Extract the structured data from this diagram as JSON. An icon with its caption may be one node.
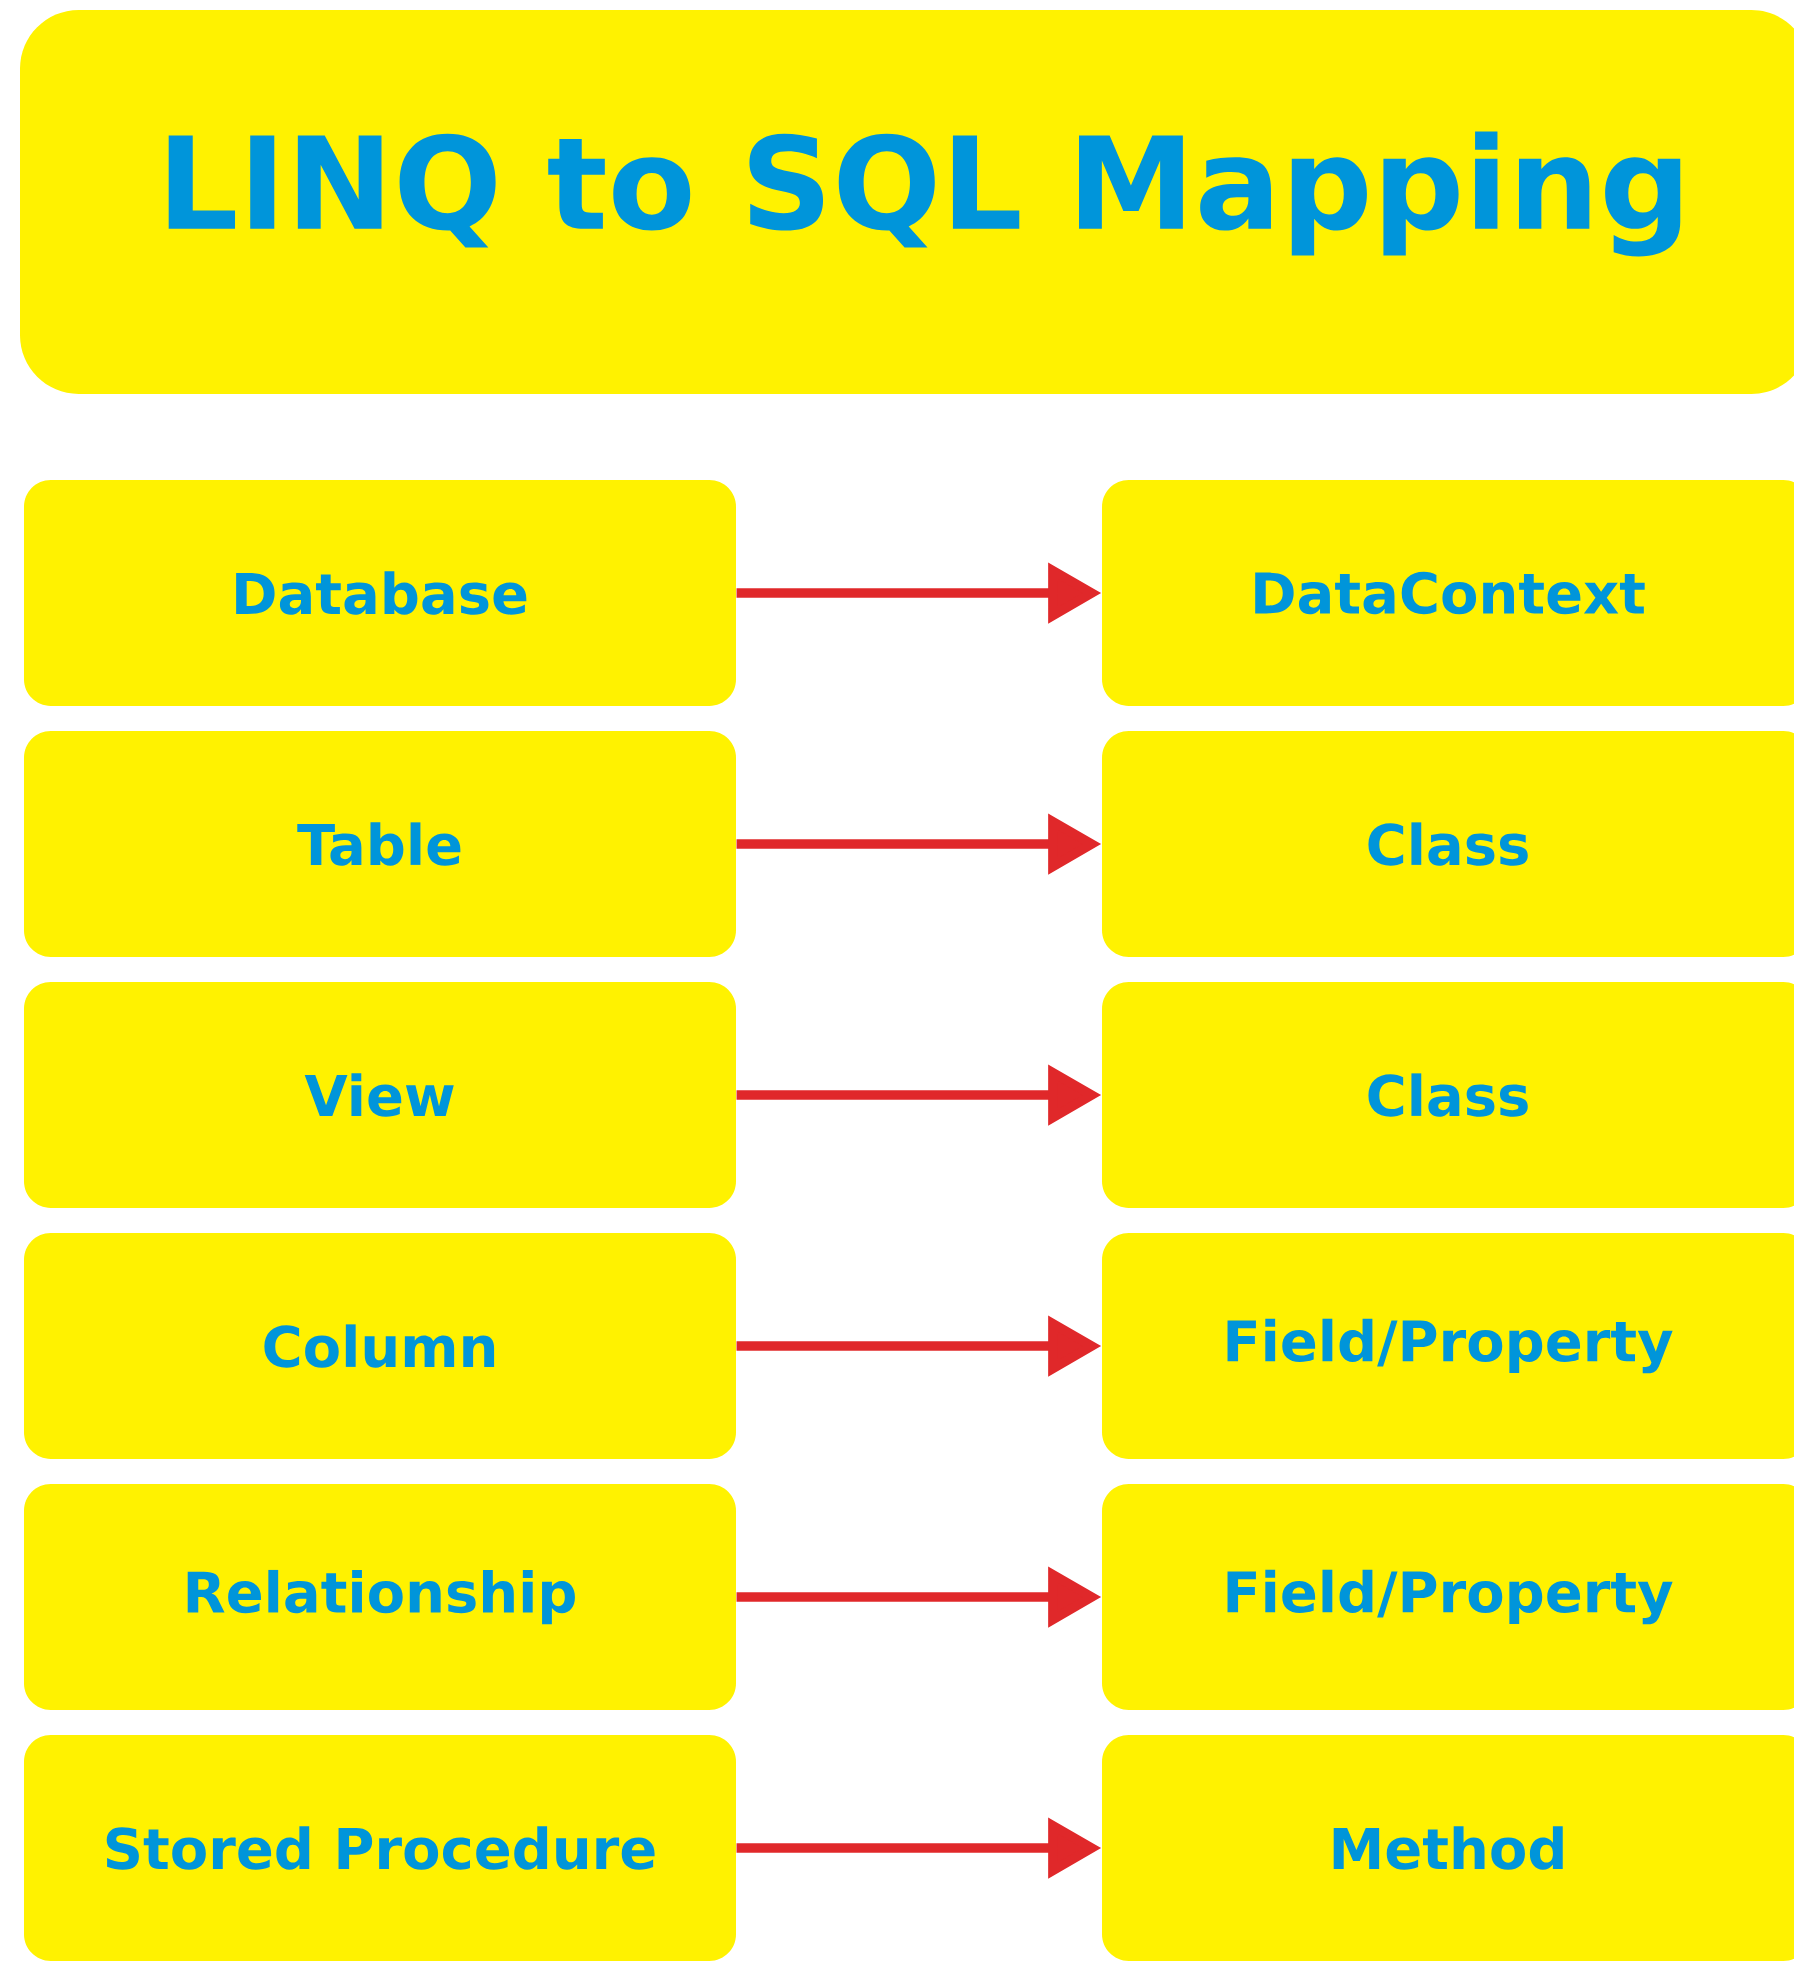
{
  "diagram": {
    "title": "LINQ to SQL Mapping",
    "nodes": [
      {
        "text": [
          "Database"
        ]
      },
      {
        "text": [
          "Table"
        ]
      },
      {
        "text": [
          "View"
        ]
      },
      {
        "text": [
          "Column"
        ]
      },
      {
        "text": [
          "Relationship"
        ]
      },
      {
        "text": [
          "Stored Procedure"
        ]
      },
      {
        "text": [
          "DataContext"
        ]
      },
      {
        "text": [
          "Class"
        ]
      },
      {
        "text": [
          "Class"
        ]
      },
      {
        "text": [
          "Field/Property"
        ]
      },
      {
        "text": [
          "Field/Property"
        ]
      },
      {
        "text": [
          "Method"
        ]
      }
    ],
    "edges": [
      {
        "from": 0,
        "to": 6,
        "arrow": "to"
      },
      {
        "from": 1,
        "to": 7,
        "arrow": "to"
      },
      {
        "from": 2,
        "to": 8,
        "arrow": "to"
      },
      {
        "from": 3,
        "to": 9,
        "arrow": "to"
      },
      {
        "from": 4,
        "to": 10,
        "arrow": "to"
      },
      {
        "from": 5,
        "to": 11,
        "arrow": "to"
      }
    ]
  }
}
